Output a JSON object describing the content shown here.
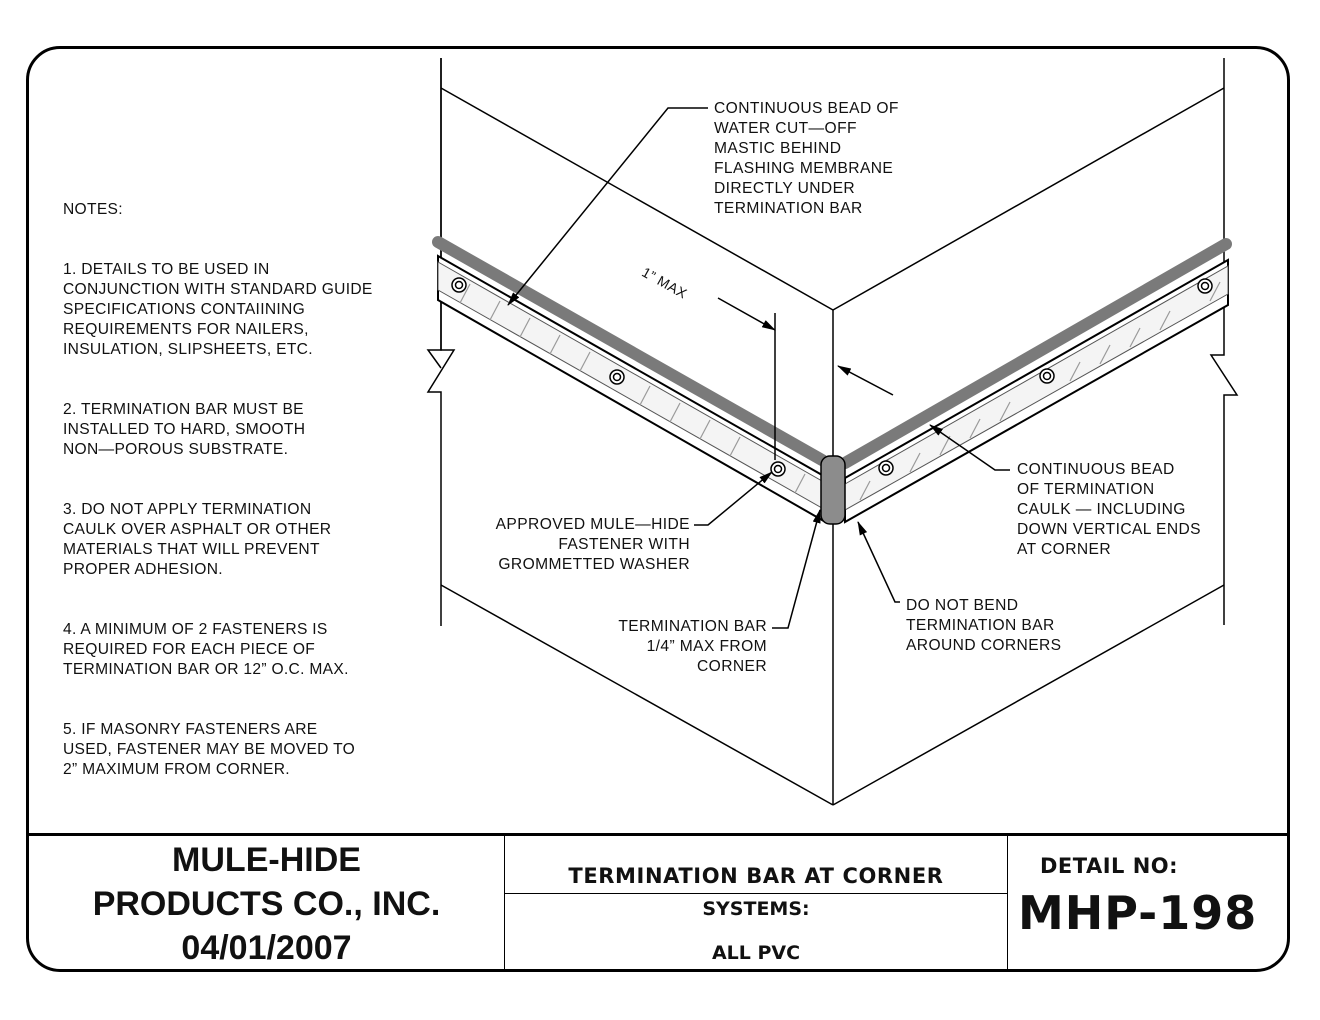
{
  "notes": {
    "heading": "NOTES:",
    "items": [
      "1.   DETAILS TO BE USED IN\nCONJUNCTION WITH STANDARD GUIDE\nSPECIFICATIONS CONTAIINING\nREQUIREMENTS FOR NAILERS,\nINSULATION, SLIPSHEETS, ETC.",
      "2.   TERMINATION BAR MUST BE\nINSTALLED TO HARD, SMOOTH\nNON—POROUS SUBSTRATE.",
      "3.   DO NOT APPLY TERMINATION\nCAULK OVER ASPHALT OR OTHER\nMATERIALS THAT WILL PREVENT\nPROPER ADHESION.",
      "4.   A MINIMUM OF 2 FASTENERS IS\nREQUIRED FOR EACH PIECE OF\nTERMINATION BAR OR 12” O.C. MAX.",
      "5.   IF MASONRY FASTENERS ARE\nUSED, FASTENER MAY BE MOVED TO\n2” MAXIMUM FROM CORNER."
    ]
  },
  "callouts": {
    "mastic": "CONTINUOUS BEAD OF\nWATER CUT—OFF\nMASTIC BEHIND\nFLASHING MEMBRANE\nDIRECTLY UNDER\nTERMINATION BAR",
    "dimension": "1”  MAX",
    "caulk": "CONTINUOUS BEAD\nOF TERMINATION\nCAULK — INCLUDING\nDOWN VERTICAL ENDS\nAT CORNER",
    "fastener": "APPROVED MULE—HIDE\nFASTENER   WITH\nGROMMETTED WASHER",
    "bar_distance": "TERMINATION BAR\n1/4” MAX FROM\nCORNER",
    "no_bend": "DO NOT BEND\nTERMINATION BAR\nAROUND CORNERS"
  },
  "title_block": {
    "company_line1": "MULE-HIDE",
    "company_line2": "PRODUCTS CO., INC.",
    "date": "04/01/2007",
    "drawing_title": "TERMINATION BAR AT CORNER",
    "systems_label": "SYSTEMS:",
    "systems_value": "ALL PVC",
    "detail_label": "DETAIL NO:",
    "detail_number": "MHP-198"
  },
  "colors": {
    "line": "#000000",
    "caulk_bead": "#7a7a7a",
    "corner_caulk": "#8c8c8c",
    "bar_hatch": "#9a9a9a"
  }
}
